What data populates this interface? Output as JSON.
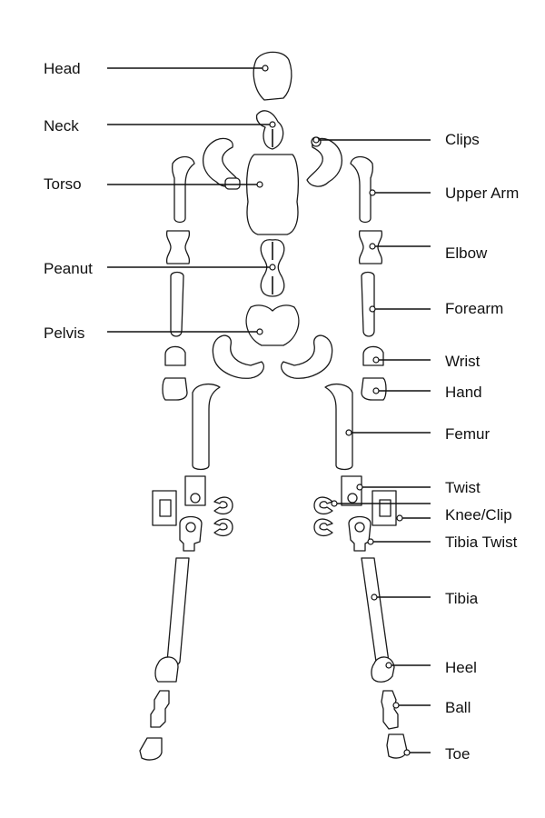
{
  "labels": {
    "head": "Head",
    "neck": "Neck",
    "torso": "Torso",
    "peanut": "Peanut",
    "pelvis": "Pelvis",
    "clips": "Clips",
    "upper_arm": "Upper Arm",
    "elbow": "Elbow",
    "forearm": "Forearm",
    "wrist": "Wrist",
    "hand": "Hand",
    "femur": "Femur",
    "twist": "Twist",
    "knee_clip": "Knee/Clip",
    "tibia_twist": "Tibia Twist",
    "tibia": "Tibia",
    "heel": "Heel",
    "ball": "Ball",
    "toe": "Toe"
  }
}
